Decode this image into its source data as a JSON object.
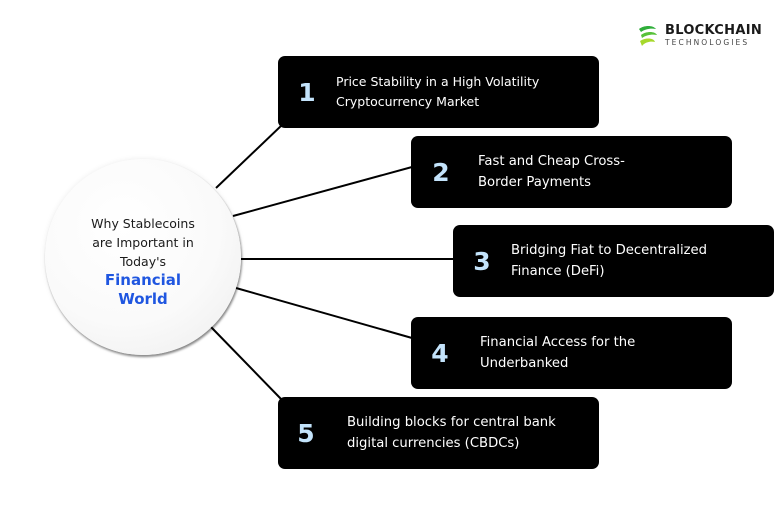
{
  "brand": {
    "logo_icon": "blockchain-technologies-logo-icon",
    "name_line1": "BLOCKCHAIN",
    "name_line2": "TECHNOLOGIES",
    "colors": {
      "logo_green": "#2fae3a",
      "logo_lime": "#a6d82b"
    }
  },
  "hub": {
    "subtitle": "Why Stablecoins are Important in Today's",
    "title": "Financial World",
    "title_color": "#1f56e0"
  },
  "items": [
    {
      "number": "1",
      "text": "Price Stability in a High Volatility Cryptocurrency Market"
    },
    {
      "number": "2",
      "text": "Fast and Cheap Cross-Border Payments"
    },
    {
      "number": "3",
      "text": "Bridging Fiat to Decentralized Finance (DeFi)"
    },
    {
      "number": "4",
      "text": "Financial Access for the Underbanked"
    },
    {
      "number": "5",
      "text": "Building blocks for central bank digital currencies (CBDCs)"
    }
  ],
  "colors": {
    "card_bg": "#000000",
    "number_color": "#c3e3fb",
    "text_color": "#ffffff"
  }
}
